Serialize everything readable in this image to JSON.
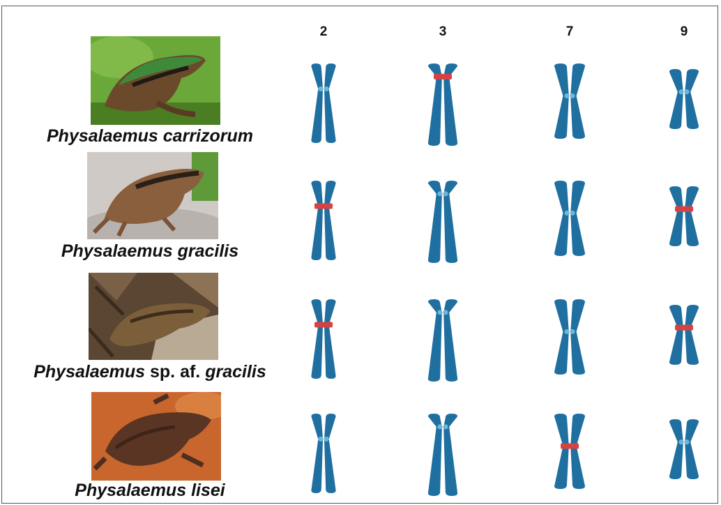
{
  "columns": [
    "2",
    "3",
    "7",
    "9"
  ],
  "colors": {
    "chromosome": "#1f6fa0",
    "centromere": "#6fb6d6",
    "band": "#d64242"
  },
  "species": [
    {
      "genus": "Physalaemus",
      "mid": "",
      "epithet": "carrizorum",
      "photo": "green-backed frog on moss",
      "bands": [
        false,
        true,
        false,
        false
      ]
    },
    {
      "genus": "Physalaemus",
      "mid": "",
      "epithet": "gracilis",
      "photo": "brown frog on rock",
      "bands": [
        true,
        false,
        false,
        true
      ]
    },
    {
      "genus": "Physalaemus",
      "mid": " sp. af. ",
      "epithet": "gracilis",
      "photo": "brown frog among leaf litter",
      "bands": [
        true,
        false,
        false,
        true
      ]
    },
    {
      "genus": "Physalaemus",
      "mid": "",
      "epithet": "lisei",
      "photo": "dark brown frog on orange soil",
      "bands": [
        false,
        false,
        true,
        false
      ]
    }
  ]
}
